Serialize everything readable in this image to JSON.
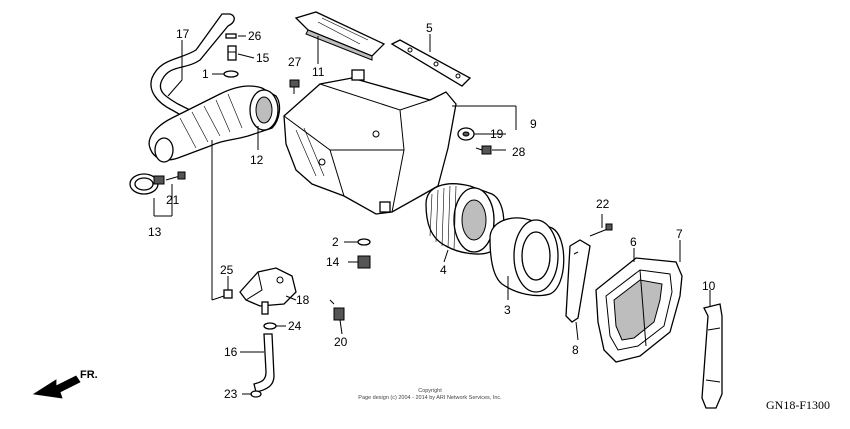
{
  "diagram_code": "GN18-F1300",
  "copyright_line1": "Copyright",
  "copyright_line2": "Page design (c) 2004 - 2014 by ARI Network Services, Inc.",
  "direction_label": "FR.",
  "callouts": [
    "17",
    "26",
    "15",
    "1",
    "27",
    "11",
    "5",
    "9",
    "19",
    "28",
    "12",
    "21",
    "13",
    "2",
    "14",
    "4",
    "3",
    "22",
    "6",
    "7",
    "25",
    "18",
    "24",
    "20",
    "16",
    "23",
    "8",
    "10"
  ]
}
